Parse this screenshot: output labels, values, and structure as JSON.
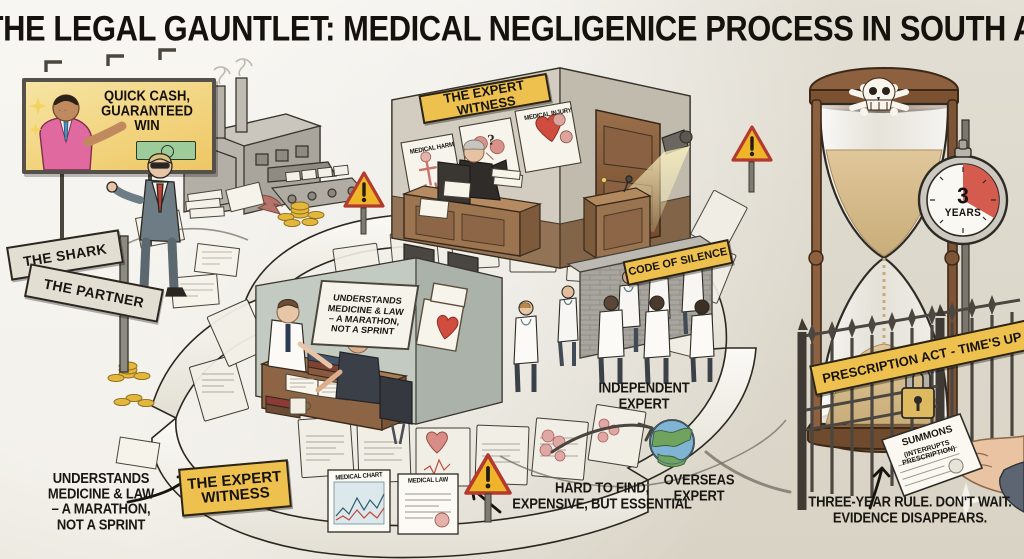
{
  "meta": {
    "title": "THE LEGAL GAUNTLET: MEDICAL NEGLIGENICE  PROCESS IN SOUTH AFRICA",
    "background_color": "#ece8de",
    "ink_color": "#1a1713",
    "banner_color": "#eec14e",
    "warning_color": "#f0b429",
    "warning_border_color": "#b13b2e",
    "accent_red": "#c0392b",
    "sand_color": "#d4b883"
  },
  "billboard": {
    "name": "quick-cash-billboard",
    "line1": "QUICK CASH,",
    "line2": "GUARANTEED",
    "line3": "WIN",
    "text": "QUICK CASH,\nGUARANTEED\nWIN"
  },
  "signposts": [
    {
      "label": "THE SHARK",
      "name": "signpost-the-shark"
    },
    {
      "label": "THE PARTNER",
      "name": "signpost-the-partner"
    }
  ],
  "banners": [
    {
      "name": "banner-expert-witness-top",
      "text": "THE EXPERT WITNESS"
    },
    {
      "name": "banner-code-of-silence",
      "text": "CODE OF SILENCE"
    },
    {
      "name": "banner-expert-witness-bottom",
      "text": "THE EXPERT\nWITNESS"
    },
    {
      "name": "banner-prescription-act",
      "text": "PRESCRIPTION ACT - TIME'S UP"
    }
  ],
  "wall_poster": {
    "name": "poster-understands-medicine-law",
    "text": "UNDERSTANDS\nMEDICINE & LAW\n– A MARATHON,\nNOT A SPRINT"
  },
  "captions": [
    {
      "name": "caption-understands-medicine-law",
      "text": "UNDERSTANDS\nMEDICINE & LAW\n– A MARATHON,\nNOT A SPRINT"
    },
    {
      "name": "caption-hard-to-find",
      "text": "HARD TO FIND,\nEXPENSIVE, BUT ESSENTIAL"
    },
    {
      "name": "caption-three-year-rule",
      "text": "THREE-YEAR RULE. DON'T WAIT.\nEVIDENCE DISAPPEARS."
    }
  ],
  "labels": [
    {
      "name": "label-independent-expert",
      "text": "INDEPENDENT\nEXPERT"
    },
    {
      "name": "label-overseas-expert",
      "text": "OVERSEAS\nEXPERT"
    }
  ],
  "stopwatch": {
    "name": "stopwatch-three-years",
    "number": "3",
    "unit": "YEARS"
  },
  "summons": {
    "name": "summons-document",
    "title": "SUMMONS",
    "subtitle": "(INTERRUPTS\nPRESCRIPTION)"
  },
  "chart_posters": [
    {
      "name": "poster-medical-chart",
      "text": "MEDICAL CHART"
    },
    {
      "name": "poster-medical-law",
      "text": "MEDICAL LAW"
    },
    {
      "name": "poster-medical-harm",
      "text": "MEDICAL HARM"
    },
    {
      "name": "poster-medical-injury",
      "text": "MEDICAL INJURY"
    }
  ],
  "icons": [
    {
      "name": "skull-crossbones-icon"
    },
    {
      "name": "hourglass-icon"
    },
    {
      "name": "padlock-icon"
    },
    {
      "name": "globe-icon"
    },
    {
      "name": "warning-triangle-icon"
    },
    {
      "name": "spotlight-icon"
    },
    {
      "name": "coins-icon"
    },
    {
      "name": "factory-icon"
    }
  ]
}
